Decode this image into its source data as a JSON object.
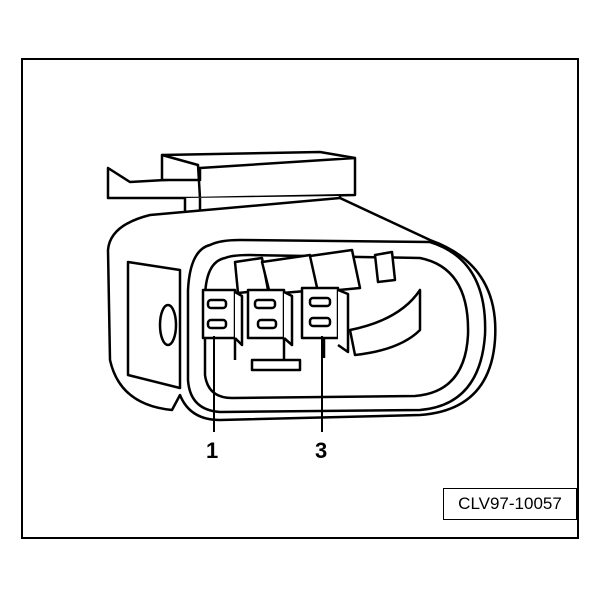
{
  "callouts": [
    {
      "label": "1"
    },
    {
      "label": "3"
    }
  ],
  "figure_code": "CLV97-10057",
  "colors": {
    "ink": "#000000",
    "paper": "#ffffff"
  }
}
